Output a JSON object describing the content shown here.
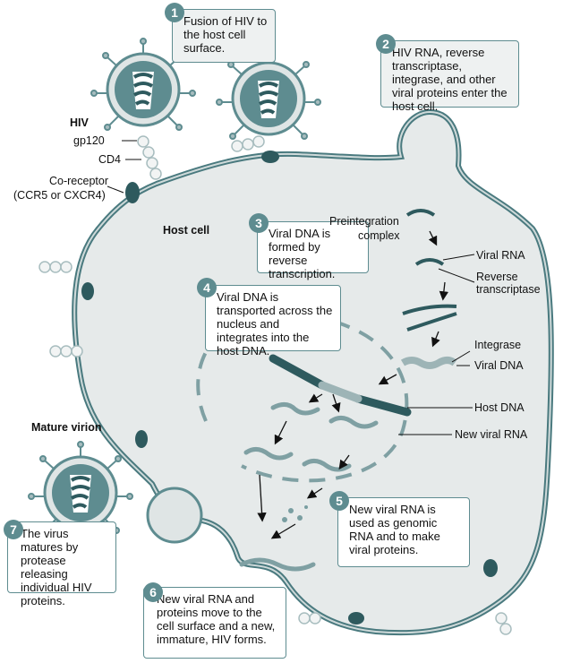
{
  "steps": [
    {
      "num": "1",
      "text": "Fusion of HIV to the host cell surface."
    },
    {
      "num": "2",
      "text": "HIV RNA, reverse transcriptase, integrase, and other viral proteins enter the host cell."
    },
    {
      "num": "3",
      "text": "Viral DNA is formed by reverse transcription."
    },
    {
      "num": "4",
      "text": "Viral DNA is transported across the nucleus and integrates into the host DNA."
    },
    {
      "num": "5",
      "text": "New viral RNA is used as genomic RNA and to make viral proteins."
    },
    {
      "num": "6",
      "text": "New viral RNA and proteins move to the cell surface and a new, immature, HIV forms."
    },
    {
      "num": "7",
      "text": "The virus matures by protease releasing individual HIV proteins."
    }
  ],
  "labels": {
    "hiv": "HIV",
    "gp120": "gp120",
    "cd4": "CD4",
    "coreceptor": "Co-receptor",
    "coreceptor_sub": "(CCR5 or CXCR4)",
    "host_cell": "Host cell",
    "preintegration": "Preintegration",
    "complex": "complex",
    "viral_rna": "Viral RNA",
    "reverse": "Reverse",
    "transcriptase": "transcriptase",
    "integrase": "Integrase",
    "viral_dna": "Viral DNA",
    "host_dna": "Host DNA",
    "new_viral_rna": "New viral RNA",
    "mature_virion": "Mature virion"
  },
  "colors": {
    "membrane": "#4a7a7f",
    "dark": "#2e5a5e",
    "cell": "#e6eaea",
    "accent": "#5e8c90"
  }
}
